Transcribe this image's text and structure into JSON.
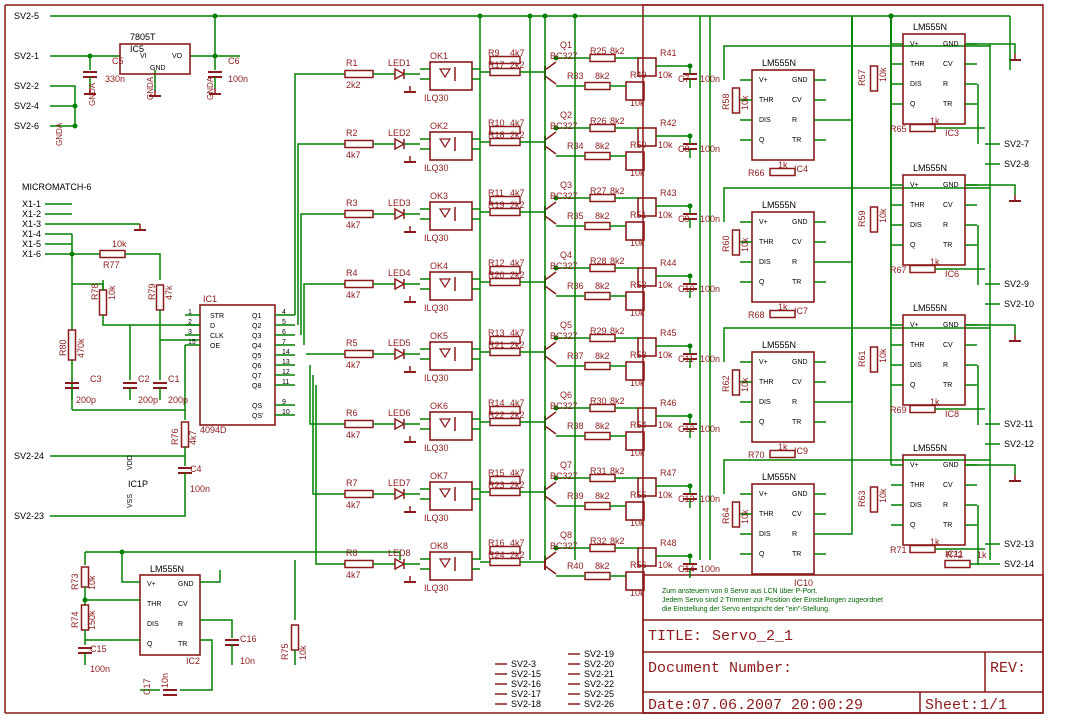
{
  "left_ports": [
    "SV2-5",
    "SV2-1",
    "SV2-2",
    "SV2-4",
    "SV2-6",
    "SV2-24",
    "SV2-23"
  ],
  "right_ports": [
    "SV2-7",
    "SV2-8",
    "SV2-9",
    "SV2-10",
    "SV2-11",
    "SV2-12",
    "SV2-13",
    "SV2-14"
  ],
  "regulator": {
    "name": "IC5",
    "part": "7805T",
    "vi": "VI",
    "vo": "VO",
    "gnd": "GND",
    "c_in": "C5",
    "c_in_val": "330n",
    "c_out": "C6",
    "c_out_val": "100n",
    "gnda": "GNDA"
  },
  "connector": {
    "title": "MICROMATCH-6",
    "pins": [
      "X1-1",
      "X1-2",
      "X1-3",
      "X1-4",
      "X1-5",
      "X1-6"
    ]
  },
  "input_rc": {
    "r77": "R77",
    "r77_val": "10k",
    "r78": "R78",
    "r78_val": "10k",
    "r79": "R79",
    "r79_val": "47k",
    "r80": "R80",
    "r80_val": "470k",
    "c3": "C3",
    "c2": "C2",
    "c1": "C1",
    "c_val": "200p"
  },
  "shift_register": {
    "name": "IC1",
    "part": "4094D",
    "pins_left": [
      "STR",
      "D",
      "CLK",
      "OE"
    ],
    "pins_right": [
      "Q1",
      "Q2",
      "Q3",
      "Q4",
      "Q5",
      "Q6",
      "Q7",
      "Q8",
      "QS",
      "QS'"
    ],
    "pin_nums_left": [
      "1",
      "2",
      "3",
      "15"
    ],
    "pin_nums_right": [
      "4",
      "5",
      "6",
      "7",
      "14",
      "13",
      "12",
      "11",
      "9",
      "10"
    ]
  },
  "power_aux": {
    "r76": "R76",
    "r76_val": "4k7",
    "c4": "C4",
    "c4_val": "100n",
    "ic1p": "IC1P",
    "vdd": "VDD",
    "vss": "VSS"
  },
  "channels": [
    {
      "r": "R1",
      "r_val": "2k2",
      "led": "LED1",
      "ok": "OK1",
      "opto": "ILQ30",
      "rb": "R9",
      "rb_val": "4k7",
      "rc": "R17",
      "rc_val": "2k2",
      "q": "Q1",
      "qt": "BC327",
      "rs": "R25",
      "rs_val": "8k2",
      "rt": "R33",
      "rt_val": "8k2",
      "trim1": "R41",
      "trim2": "R49",
      "trim_val": "10k",
      "cap": "C7",
      "cap_val": "100n"
    },
    {
      "r": "R2",
      "r_val": "4k7",
      "led": "LED2",
      "ok": "OK2",
      "opto": "ILQ30",
      "rb": "R10",
      "rb_val": "4k7",
      "rc": "R18",
      "rc_val": "2k2",
      "q": "Q2",
      "qt": "BC327",
      "rs": "R26",
      "rs_val": "8k2",
      "rt": "R34",
      "rt_val": "8k2",
      "trim1": "R42",
      "trim2": "R50",
      "trim_val": "10k",
      "cap": "C8",
      "cap_val": "100n"
    },
    {
      "r": "R3",
      "r_val": "4k7",
      "led": "LED3",
      "ok": "OK3",
      "opto": "ILQ30",
      "rb": "R11",
      "rb_val": "4k7",
      "rc": "R19",
      "rc_val": "2k2",
      "q": "Q3",
      "qt": "BC327",
      "rs": "R27",
      "rs_val": "8k2",
      "rt": "R35",
      "rt_val": "8k2",
      "trim1": "R43",
      "trim2": "R51",
      "trim_val": "10k",
      "cap": "C9",
      "cap_val": "100n"
    },
    {
      "r": "R4",
      "r_val": "4k7",
      "led": "LED4",
      "ok": "OK4",
      "opto": "ILQ30",
      "rb": "R12",
      "rb_val": "4k7",
      "rc": "R20",
      "rc_val": "2k2",
      "q": "Q4",
      "qt": "BC327",
      "rs": "R28",
      "rs_val": "8k2",
      "rt": "R36",
      "rt_val": "8k2",
      "trim1": "R44",
      "trim2": "R52",
      "trim_val": "10k",
      "cap": "C10",
      "cap_val": "100n"
    },
    {
      "r": "R5",
      "r_val": "4k7",
      "led": "LED5",
      "ok": "OK5",
      "opto": "ILQ30",
      "rb": "R13",
      "rb_val": "4k7",
      "rc": "R21",
      "rc_val": "2k2",
      "q": "Q5",
      "qt": "BC327",
      "rs": "R29",
      "rs_val": "8k2",
      "rt": "R37",
      "rt_val": "8k2",
      "trim1": "R45",
      "trim2": "R53",
      "trim_val": "10k",
      "cap": "C11",
      "cap_val": "100n"
    },
    {
      "r": "R6",
      "r_val": "4k7",
      "led": "LED6",
      "ok": "OK6",
      "opto": "ILQ30",
      "rb": "R14",
      "rb_val": "4k7",
      "rc": "R22",
      "rc_val": "2k2",
      "q": "Q6",
      "qt": "BC327",
      "rs": "R30",
      "rs_val": "8k2",
      "rt": "R38",
      "rt_val": "8k2",
      "trim1": "R46",
      "trim2": "R54",
      "trim_val": "10k",
      "cap": "C12",
      "cap_val": "100n"
    },
    {
      "r": "R7",
      "r_val": "4k7",
      "led": "LED7",
      "ok": "OK7",
      "opto": "ILQ30",
      "rb": "R15",
      "rb_val": "4k7",
      "rc": "R23",
      "rc_val": "2k2",
      "q": "Q7",
      "qt": "BC327",
      "rs": "R31",
      "rs_val": "8k2",
      "rt": "R39",
      "rt_val": "8k2",
      "trim1": "R47",
      "trim2": "R55",
      "trim_val": "10k",
      "cap": "C13",
      "cap_val": "100n"
    },
    {
      "r": "R8",
      "r_val": "4k7",
      "led": "LED8",
      "ok": "OK8",
      "opto": "ILQ30",
      "rb": "R16",
      "rb_val": "4k7",
      "rc": "R24",
      "rc_val": "2k2",
      "q": "Q8",
      "qt": "BC327",
      "rs": "R32",
      "rs_val": "8k2",
      "rt": "R40",
      "rt_val": "8k2",
      "trim1": "R48",
      "trim2": "R56",
      "trim_val": "10k",
      "cap": "C14",
      "cap_val": "100n"
    }
  ],
  "timers_a": [
    {
      "ic": "IC4",
      "rv": "R58",
      "rv_val": "10k",
      "rh": "R66",
      "rh_val": "1k"
    },
    {
      "ic": "IC7",
      "rv": "R60",
      "rv_val": "10k",
      "rh": "R68",
      "rh_val": "1k"
    },
    {
      "ic": "IC9",
      "rv": "R62",
      "rv_val": "10k",
      "rh": "R70",
      "rh_val": "1k"
    },
    {
      "ic": "IC10",
      "rv": "R64",
      "rv_val": "10k",
      "rh": "",
      "rh_val": ""
    }
  ],
  "timers_b": [
    {
      "ic": "IC3",
      "rv": "R57",
      "rv_val": "10k",
      "rh": "R65",
      "rh_val": "1k"
    },
    {
      "ic": "IC6",
      "rv": "R59",
      "rv_val": "10k",
      "rh": "R67",
      "rh_val": "1k"
    },
    {
      "ic": "IC8",
      "rv": "R61",
      "rv_val": "10k",
      "rh": "R69",
      "rh_val": "1k"
    },
    {
      "ic": "IC11",
      "rv": "R63",
      "rv_val": "10k",
      "rh": "R71",
      "rh_val": "1k"
    }
  ],
  "r72": {
    "name": "R72",
    "val": "1k"
  },
  "ic555": {
    "part": "LM555N",
    "pins_left": [
      "V+",
      "THR",
      "DIS",
      "Q"
    ],
    "pins_right": [
      "GND",
      "CV",
      "R",
      "TR"
    ]
  },
  "clock": {
    "ic": "IC2",
    "r73": "R73",
    "r73_val": "10k",
    "r74": "R74",
    "r74_val": "150k",
    "r75": "R75",
    "r75_val": "10k",
    "c15": "C15",
    "c15_val": "100n",
    "c16": "C16",
    "c16_val": "10n",
    "c17": "C17",
    "c17_val": "10n"
  },
  "unused_pins": [
    "SV2-3",
    "SV2-15",
    "SV2-16",
    "SV2-17",
    "SV2-18",
    "SV2-19",
    "SV2-20",
    "SV2-21",
    "SV2-22",
    "SV2-25",
    "SV2-26"
  ],
  "note": [
    "Zum ansteuern von 8 Servo aus LCN über P-Port.",
    "Jedem Servo sind 2 Trimmer zur Position der Einstellungen zugeordnet",
    "die Einstellung der Servo entspricht der \"ein\"-Stellung."
  ],
  "titleblock": {
    "title_label": "TITLE:",
    "title": "Servo_2_1",
    "doc_label": "Document Number:",
    "rev_label": "REV:",
    "date_label": "Date:",
    "date": "07.06.2007 20:00:29",
    "sheet_label": "Sheet:",
    "sheet": "1/1"
  },
  "colors": {
    "wire": "#008000",
    "part": "#8b1a1a",
    "frame": "#8b1a1a",
    "note": "#006600"
  }
}
